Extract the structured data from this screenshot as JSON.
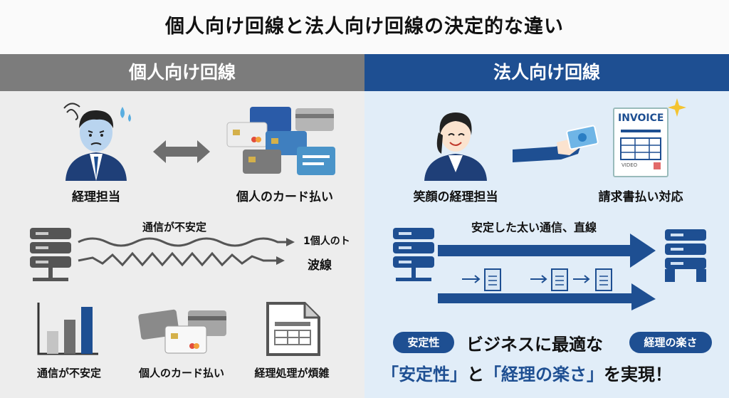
{
  "title": "個人向け回線と法人向け回線の決定的な違い",
  "left": {
    "header": "個人向け回線",
    "person_label": "経理担当",
    "cards_label": "個人のカード払い",
    "network_label": "通信が不安定",
    "side_text": "1個人のト",
    "wave_label": "波線",
    "bottom_labels": [
      "通信が不安定",
      "個人のカード払い",
      "経理処理が煩雑"
    ]
  },
  "right": {
    "header": "法人向け回線",
    "person_label": "笑顔の経理担当",
    "invoice_label": "請求書払い対応",
    "invoice_text": "INVOICE",
    "invoice_small": "VIDEO",
    "network_label": "安定した太い通信、直線",
    "pill_stable": "安定性",
    "tagline_mid": "ビジネスに最適な",
    "pill_accounting": "経理の楽さ",
    "slogan_q1": "「安定性」",
    "slogan_and": "と",
    "slogan_q2": "「経理の楽さ」",
    "slogan_end": "を実現！"
  },
  "colors": {
    "navy": "#1e4f92",
    "gray_header": "#7c7c7c"
  }
}
